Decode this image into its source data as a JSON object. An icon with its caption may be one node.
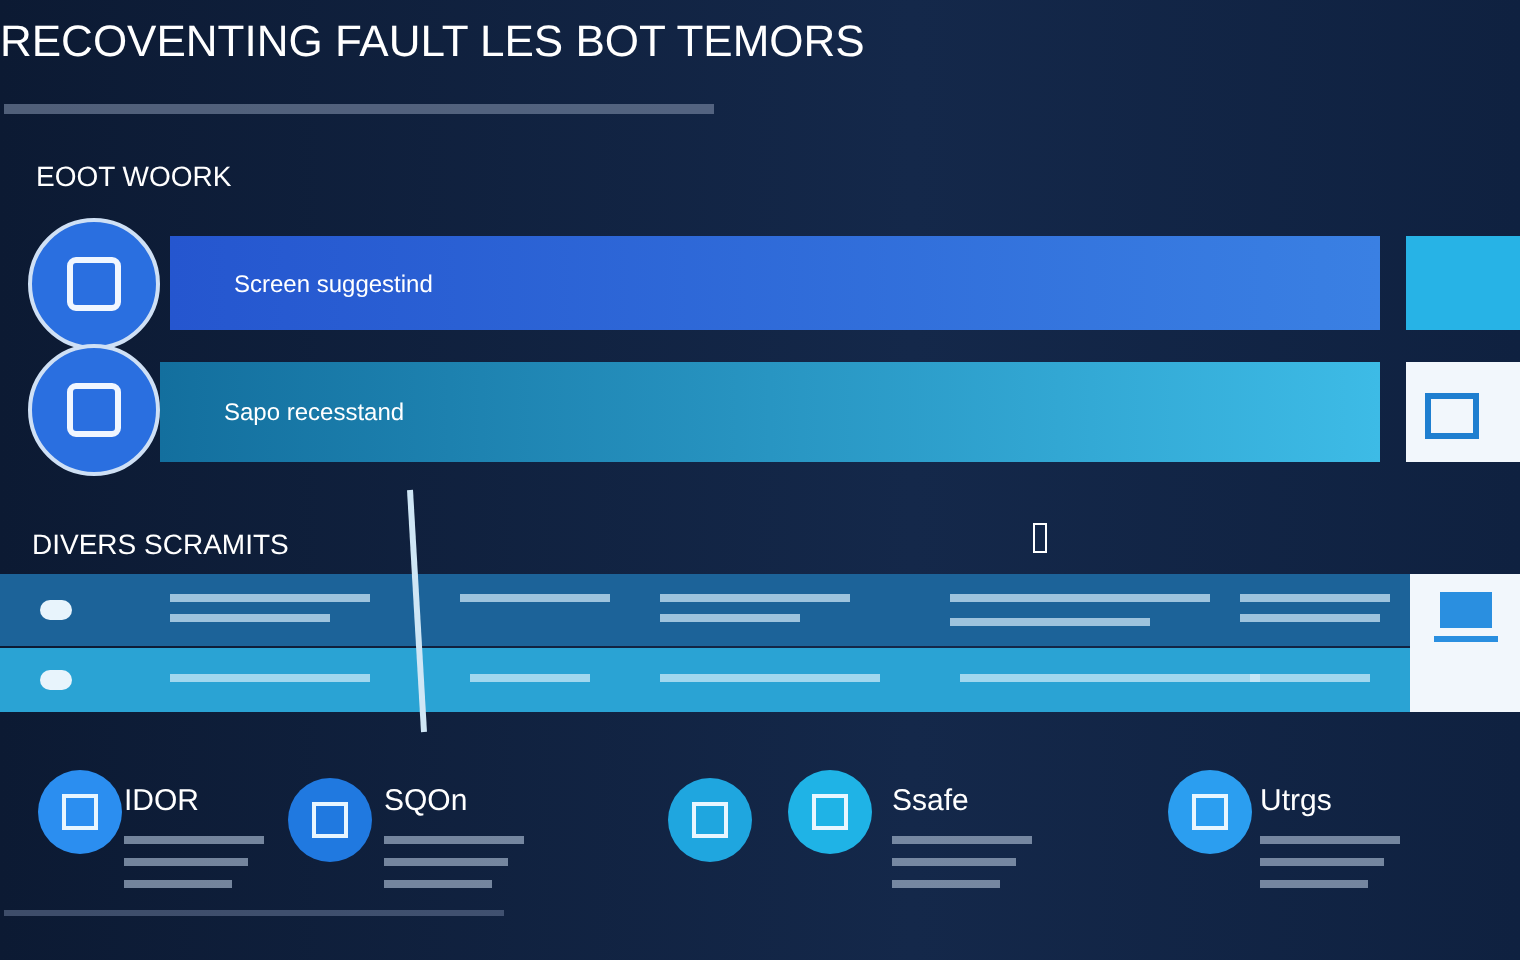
{
  "diagram": {
    "title": "RECOVENTING FAULT LES BOT TEMORS",
    "nodes": [
      {
        "text": [
          "Screen suggestind"
        ]
      },
      {
        "text": [
          "Sapo recesstand"
        ]
      }
    ],
    "labels": [
      "EOOT WOORK",
      "DIVERS SCRAMITS",
      "IDOR",
      "SQOn",
      "Ssafe",
      "Utrgs"
    ]
  }
}
